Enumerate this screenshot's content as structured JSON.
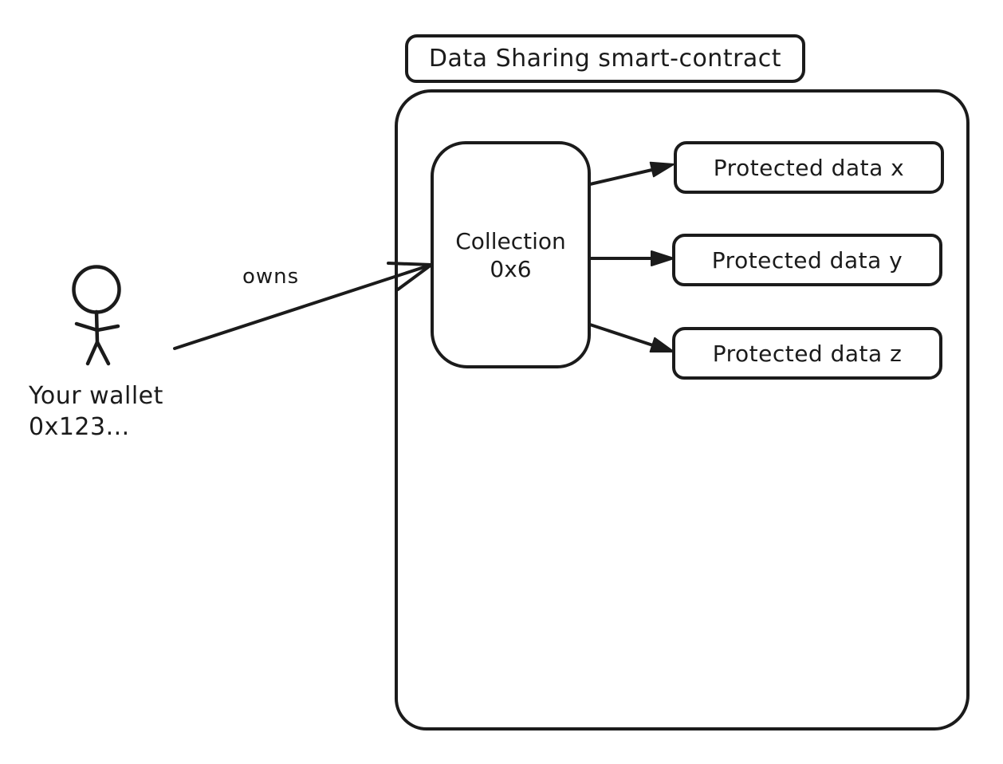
{
  "diagram": {
    "background_color": "#ffffff",
    "ink_color": "#1b1b1b",
    "title_box": {
      "label": "Data Sharing smart-contract"
    },
    "wallet": {
      "icon": "stick-figure-person-icon",
      "line1": "Your wallet",
      "line2": "0x123..."
    },
    "owns_edge": {
      "label": "owns"
    },
    "collection_box": {
      "line1": "Collection",
      "line2": "0x6"
    },
    "protected_data_boxes": [
      {
        "label": "Protected data x"
      },
      {
        "label": "Protected data y"
      },
      {
        "label": "Protected data z"
      }
    ]
  }
}
